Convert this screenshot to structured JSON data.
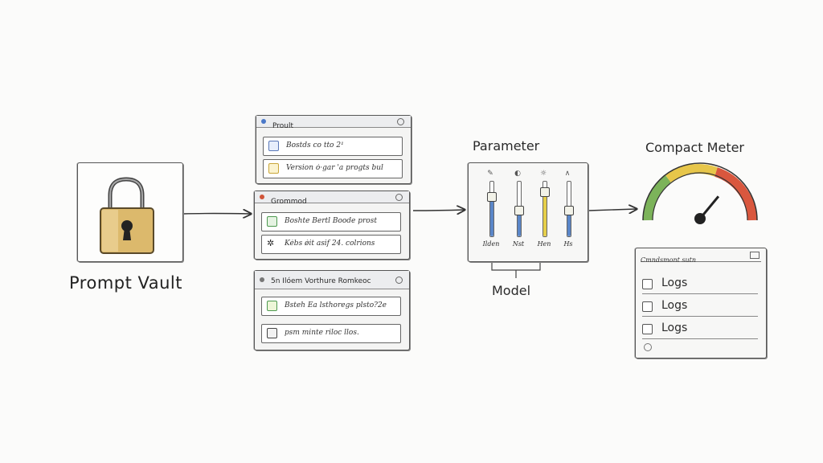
{
  "vault": {
    "label": "Prompt Vault"
  },
  "panels": [
    {
      "title": "Proult",
      "rows": [
        "Bostds co tto 2¹",
        "Version ó·gar 'a progts bul"
      ]
    },
    {
      "title": "Grommod",
      "rows": [
        "Boshte Bertl Boode prost",
        "Kébs ǿit asif 24. colrions"
      ]
    },
    {
      "title": "5n Ilóem Vorthure Romkeoc",
      "rows": [
        "Bsteh Ea lsthoregs plsto?2e",
        "psm minte riloc llos."
      ]
    }
  ],
  "parameter": {
    "title": "Parameter",
    "sliders": [
      {
        "label": "Ilden",
        "level": 0.7,
        "color": "#5a86c8"
      },
      {
        "label": "Nst",
        "level": 0.45,
        "color": "#5a86c8"
      },
      {
        "label": "Hen",
        "level": 0.8,
        "color": "#e6cf4a"
      },
      {
        "label": "Hs",
        "level": 0.45,
        "color": "#5a86c8"
      }
    ]
  },
  "model": {
    "label": "Model"
  },
  "meter": {
    "title": "Compact Meter",
    "value": 0.72
  },
  "logs": {
    "title": "Cmndsmont sutn",
    "items": [
      "Logs",
      "Logs",
      "Logs"
    ]
  }
}
